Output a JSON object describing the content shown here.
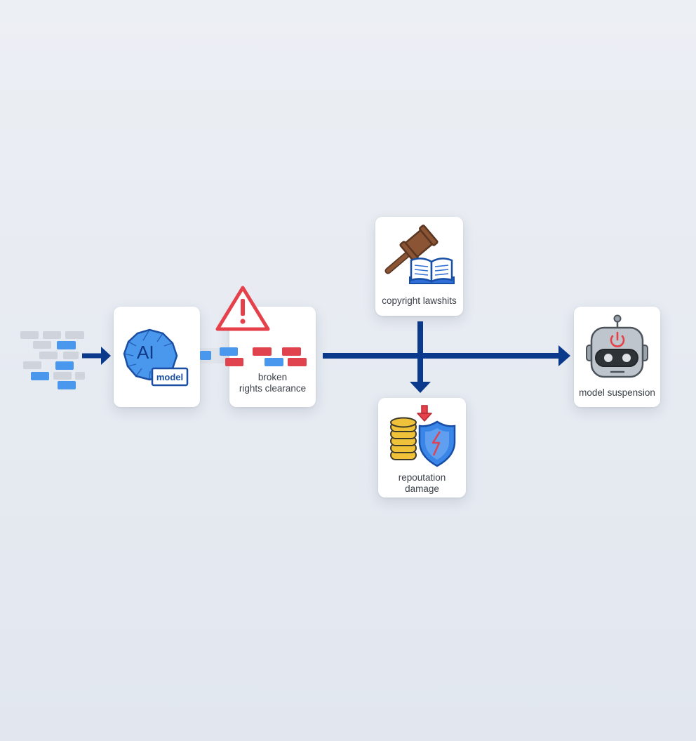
{
  "nodes": {
    "ai_model": {
      "logo_text": "AI",
      "badge_text": "model"
    },
    "rights_clearance": {
      "label_line1": "broken",
      "label_line2": "rights clearance"
    },
    "lawsuits": {
      "label": "copyright lawshits"
    },
    "reputation": {
      "label_line1": "repoutation",
      "label_line2": "damage"
    },
    "suspension": {
      "label": "model suspension"
    }
  },
  "colors": {
    "flow_arrow": "#0b3a8c",
    "data_block_blue": "#4a97ee",
    "data_block_gray": "#cfd4dc",
    "broken_block_red": "#e0434e",
    "warning_red": "#e5414b",
    "gavel_brown": "#8b5535",
    "book_blue": "#2f6fd6",
    "coin_yellow": "#efc23a",
    "shield_blue": "#3a86e8",
    "robot_gray": "#9aa2ac"
  },
  "icons": [
    "data-stream-icon",
    "ai-brain-icon",
    "warning-icon",
    "gavel-icon",
    "book-icon",
    "coins-icon",
    "shield-icon",
    "down-arrow-icon",
    "robot-icon",
    "power-icon"
  ]
}
